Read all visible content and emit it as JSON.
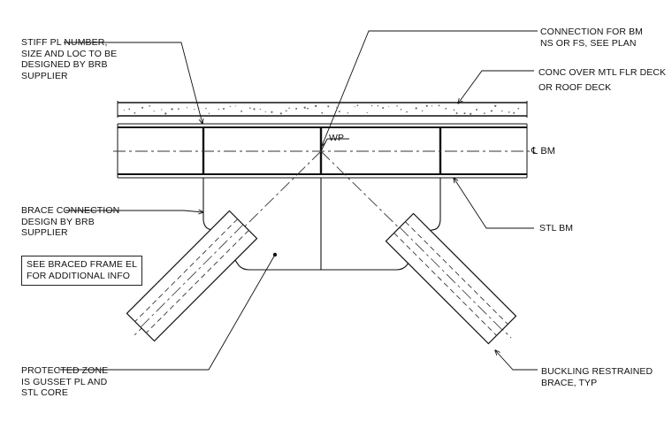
{
  "notes": {
    "stiff_pl": [
      "STIFF PL NUMBER,",
      "SIZE AND LOC TO BE",
      "DESIGNED BY BRB",
      "SUPPLIER"
    ],
    "connection_bm": [
      "CONNECTION FOR BM",
      "NS OR FS, SEE PLAN"
    ],
    "conc_deck": [
      "CONC OVER MTL FLR DECK",
      "OR ROOF DECK"
    ],
    "wp": "WP",
    "cl_symbol": "℄",
    "cl_bm": "BM",
    "brace_connection": [
      "BRACE CONNECTION",
      "DESIGN BY BRB",
      "SUPPLIER"
    ],
    "see_braced": [
      "SEE BRACED FRAME EL",
      "FOR ADDITIONAL INFO"
    ],
    "stl_bm": "STL BM",
    "protected_zone": [
      "PROTECTED ZONE",
      "IS GUSSET PL AND",
      "STL CORE"
    ],
    "brb": [
      "BUCKLING RESTRAINED",
      "BRACE, TYP"
    ]
  }
}
